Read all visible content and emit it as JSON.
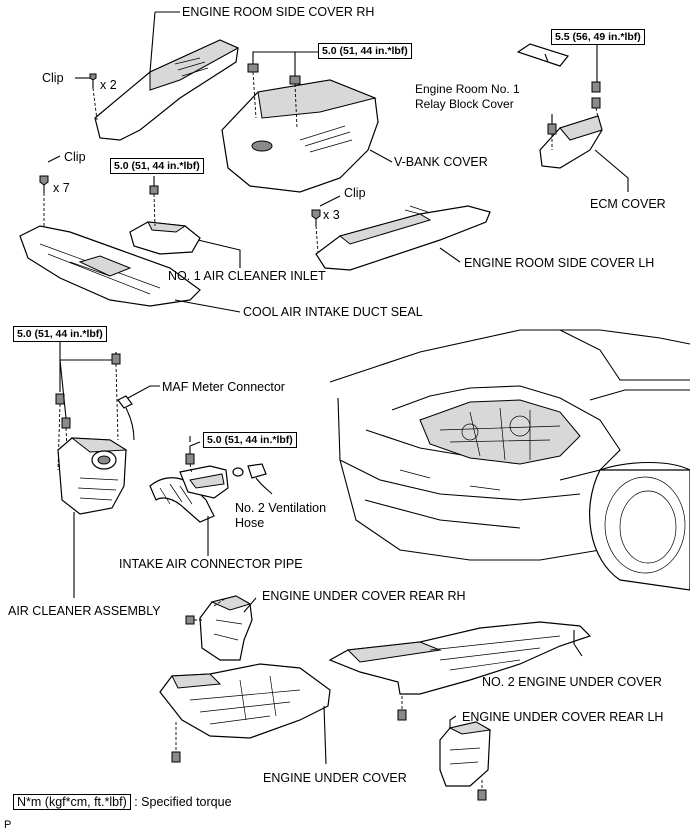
{
  "labels": {
    "engine_room_side_cover_rh": "ENGINE ROOM SIDE COVER RH",
    "clip_1": "Clip",
    "x2": "x 2",
    "clip_2": "Clip",
    "x7": "x 7",
    "clip_3": "Clip",
    "x3": "x 3",
    "relay_block_cover": [
      "Engine Room No. 1",
      "Relay Block Cover"
    ],
    "v_bank_cover": "V-BANK COVER",
    "ecm_cover": "ECM COVER",
    "no1_air_cleaner_inlet": "NO. 1 AIR CLEANER INLET",
    "engine_room_side_cover_lh": "ENGINE ROOM SIDE COVER LH",
    "cool_air_intake_duct_seal": "COOL AIR INTAKE DUCT SEAL",
    "maf_meter_connector": "MAF Meter Connector",
    "no2_ventilation_hose": [
      "No. 2 Ventilation",
      "Hose"
    ],
    "intake_air_connector_pipe": "INTAKE AIR CONNECTOR PIPE",
    "air_cleaner_assembly": "AIR CLEANER ASSEMBLY",
    "engine_under_cover_rear_rh": "ENGINE UNDER COVER REAR RH",
    "no2_engine_under_cover": "NO. 2 ENGINE UNDER COVER",
    "engine_under_cover_rear_lh": "ENGINE UNDER COVER REAR LH",
    "engine_under_cover": "ENGINE UNDER COVER"
  },
  "torques": {
    "v_bank": "5.0 (51, 44 in.*lbf)",
    "ecm": "5.5 (56, 49 in.*lbf)",
    "inlet": "5.0 (51, 44 in.*lbf)",
    "air_cleaner": "5.0 (51, 44 in.*lbf)",
    "connector_pipe": "5.0 (51, 44 in.*lbf)"
  },
  "legend": {
    "unit": "N*m (kgf*cm, ft.*lbf)",
    "text": ": Specified torque"
  },
  "corner_mark": "P"
}
